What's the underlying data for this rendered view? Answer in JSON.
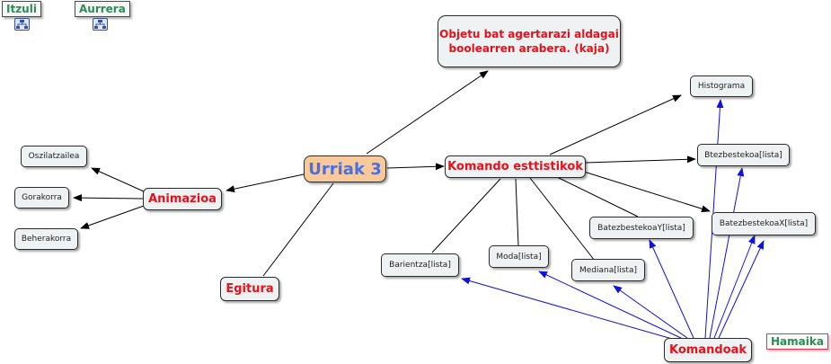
{
  "nav": {
    "back_label": "Itzuli",
    "forward_label": "Aurrera",
    "submap_icon": "submap-icon",
    "hamaika_label": "Hamaika"
  },
  "nodes": {
    "center": "Urriak 3",
    "title": "Objetu bat agertarazi aldagai boolearren arabera. (kaja)",
    "komando": "Komando esttistikok",
    "animazioa": "Animazioa",
    "egitura": "Egitura",
    "komandoak": "Komandoak",
    "oszilatzailea": "Oszilatzailea",
    "gorakorra": "Gorakorra",
    "beherakorra": "Beherakorra",
    "histograma": "Histograma",
    "btez": "Btezbestekoa[lista]",
    "batezY": "BatezbestekoaY[lista]",
    "batezX": "BatezbestekoaX[lista]",
    "barientza": "Barientza[lista]",
    "moda": "Moda[lista]",
    "mediana": "Mediana[lista]"
  },
  "colors": {
    "black_link": "#000000",
    "blue_link": "#1010e0",
    "center_fill": "#f8c99a",
    "red_text": "#e8101a"
  }
}
